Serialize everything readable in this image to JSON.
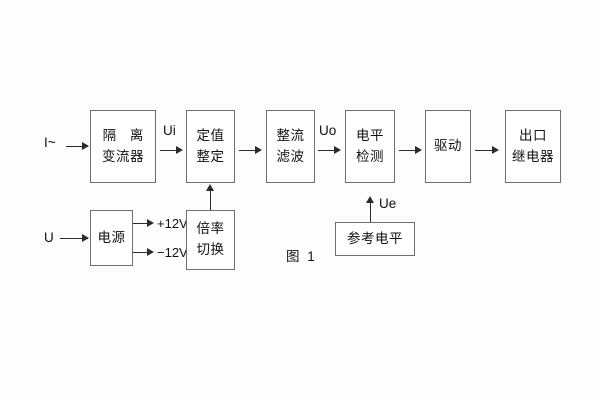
{
  "figure": {
    "caption": "图 1",
    "blocks": {
      "isolation": {
        "line1": "隔 离",
        "line2": "变流器"
      },
      "setting": {
        "line1": "定值",
        "line2": "整定"
      },
      "rectify": {
        "line1": "整流",
        "line2": "滤波"
      },
      "level_detect": {
        "line1": "电平",
        "line2": "检测"
      },
      "drive": {
        "line1": "驱动"
      },
      "output_relay": {
        "line1": "出口",
        "line2": "继电器"
      },
      "power_supply": {
        "line1": "电源"
      },
      "multiplier_switch": {
        "line1": "倍率",
        "line2": "切换"
      },
      "reference_level": {
        "line1": "参考电平"
      }
    },
    "signals": {
      "current_input": "I~",
      "voltage_input": "U",
      "ui": "Ui",
      "uo": "Uo",
      "ue": "Ue",
      "plus_12v": "+12V",
      "minus_12v": "−12V"
    }
  }
}
